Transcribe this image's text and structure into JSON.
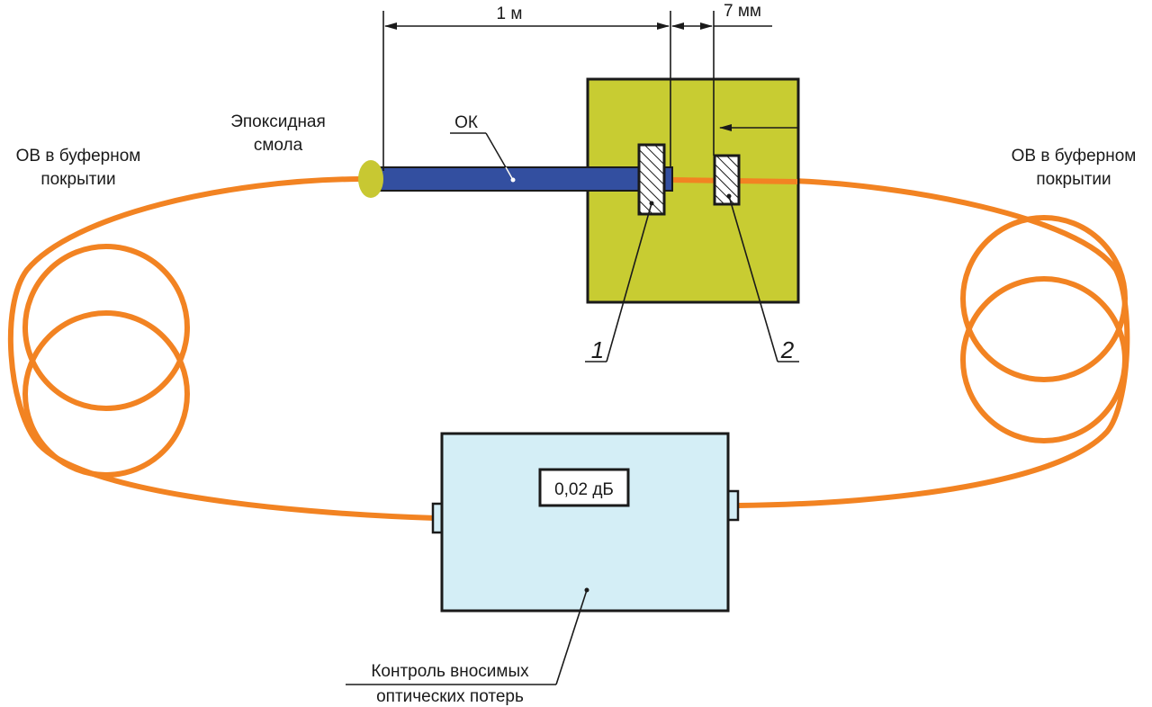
{
  "colors": {
    "fiber": "#f28322",
    "cable": "#334fa0",
    "epoxy": "#c8c832",
    "holder": "#c8cc32",
    "meter": "#d4eef6",
    "outline": "#1a1a1a"
  },
  "dimensions": {
    "length_label": "1 м",
    "gap_label": "7 мм"
  },
  "labels": {
    "left_fiber": [
      "ОВ в буферном",
      "покрытии"
    ],
    "right_fiber": [
      "ОВ в буферном",
      "покрытии"
    ],
    "epoxy": [
      "Эпоксидная",
      "смола"
    ],
    "cable": "ОК",
    "clamp_1": "1",
    "clamp_2": "2",
    "meter_caption": [
      "Контроль вносимых",
      "оптических потерь"
    ]
  },
  "meter": {
    "reading": "0,02 дБ"
  }
}
